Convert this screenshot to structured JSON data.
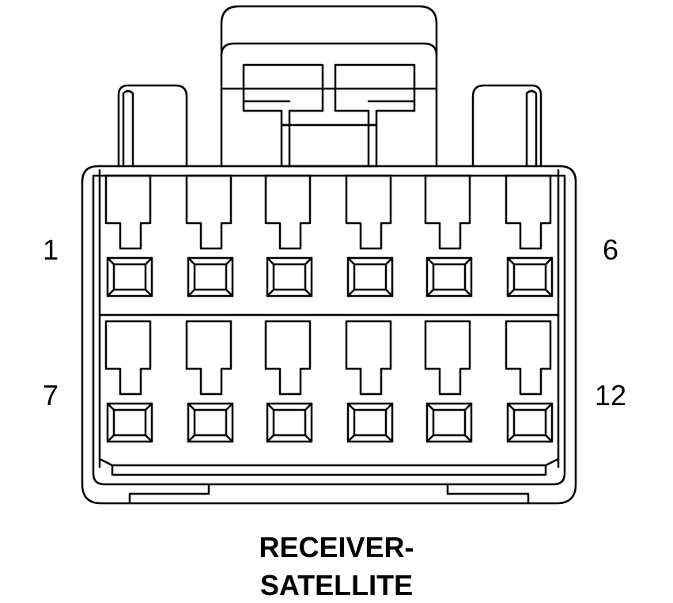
{
  "connector": {
    "name_line1": "RECEIVER-",
    "name_line2": "SATELLITE",
    "rows": 2,
    "columns": 6,
    "pin_labels": {
      "top_left": "1",
      "top_right": "6",
      "bottom_left": "7",
      "bottom_right": "12"
    }
  }
}
